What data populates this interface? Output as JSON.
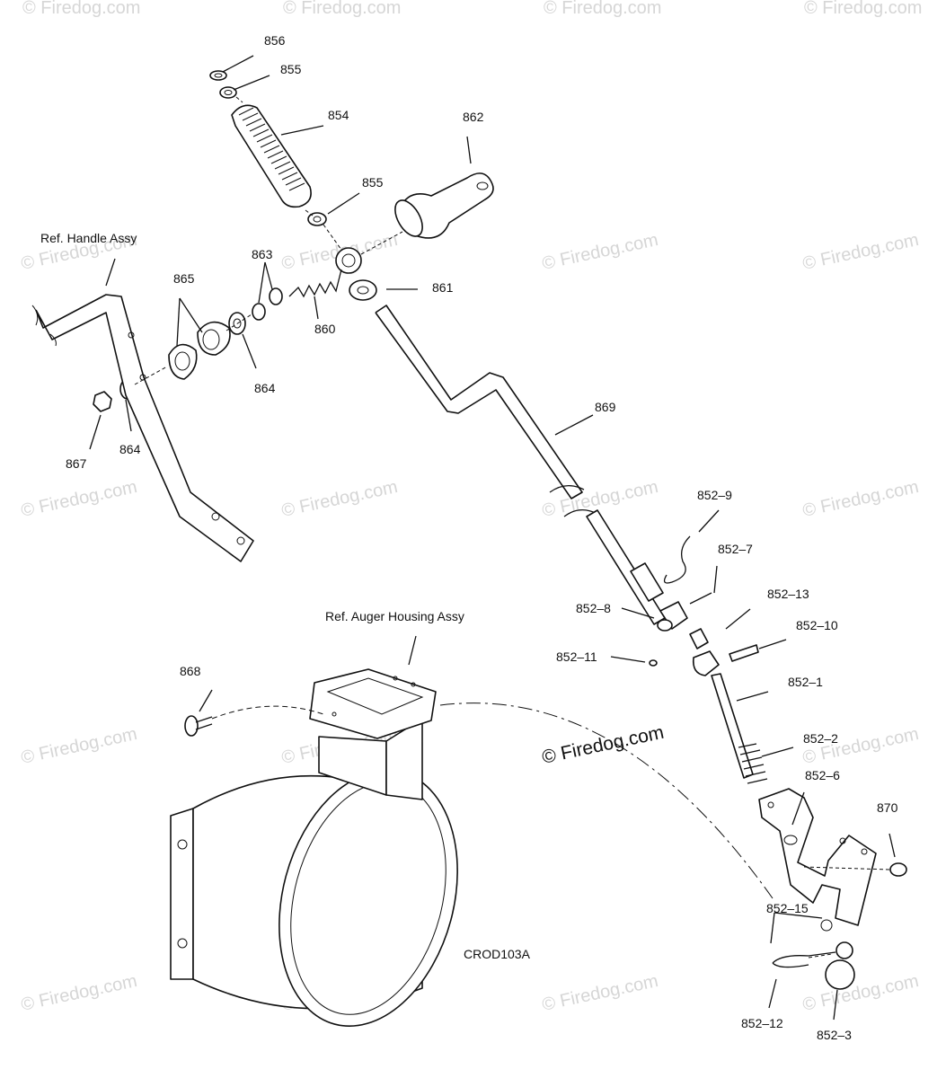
{
  "watermark": "© Firedog.com",
  "center_watermark": "© Firedog.com",
  "drawing_code": "CROD103A",
  "ref_labels": {
    "handle": "Ref. Handle Assy",
    "auger": "Ref. Auger Housing Assy"
  },
  "parts": {
    "p856": "856",
    "p855a": "855",
    "p854": "854",
    "p862": "862",
    "p855b": "855",
    "p863": "863",
    "p865": "865",
    "p861": "861",
    "p860": "860",
    "p864a": "864",
    "p864b": "864",
    "p867": "867",
    "p869": "869",
    "p852_9": "852–9",
    "p852_7": "852–7",
    "p852_13": "852–13",
    "p852_8": "852–8",
    "p852_10": "852–10",
    "p852_11": "852–11",
    "p852_1": "852–1",
    "p868": "868",
    "p852_2": "852–2",
    "p852_6": "852–6",
    "p870": "870",
    "p852_15": "852–15",
    "p852_12": "852–12",
    "p852_3": "852–3"
  }
}
